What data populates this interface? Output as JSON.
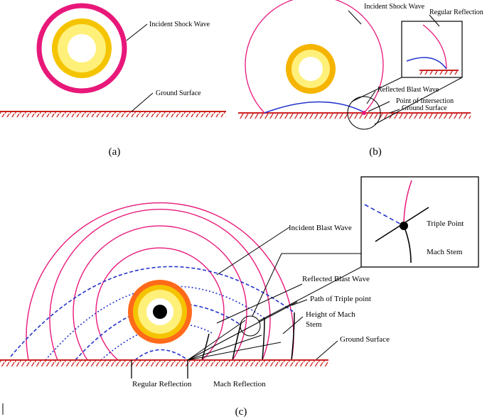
{
  "panel_a": {
    "caption": "(a)",
    "incident": "Incident Shock Wave",
    "ground": "Ground Surface"
  },
  "panel_b": {
    "caption": "(b)",
    "incident": "Incident Shock Wave",
    "regular": "Regular Reflection",
    "reflected": "Reflected Blast Wave",
    "intersection": "Point of intersection",
    "ground": "Ground Surface"
  },
  "panel_c": {
    "caption": "(c)",
    "incident": "Incident Blast Wave",
    "triple": "Triple Point",
    "mach_stem": "Mach Stem",
    "reflected": "Reflected Blast Wave",
    "path": "Path of Triple point",
    "height1": "Height of Mach",
    "height2": "Stem",
    "ground": "Ground Surface",
    "regular": "Regular Reflection",
    "mach_reflection": "Mach Reflection"
  },
  "colors": {
    "shock": "#e8187a",
    "reflected": "#2233cc",
    "ground": "#cc2222",
    "fireball_outer": "#ff6a1a",
    "fireball_mid": "#f5c400",
    "fireball_inner": "#fff07a"
  }
}
